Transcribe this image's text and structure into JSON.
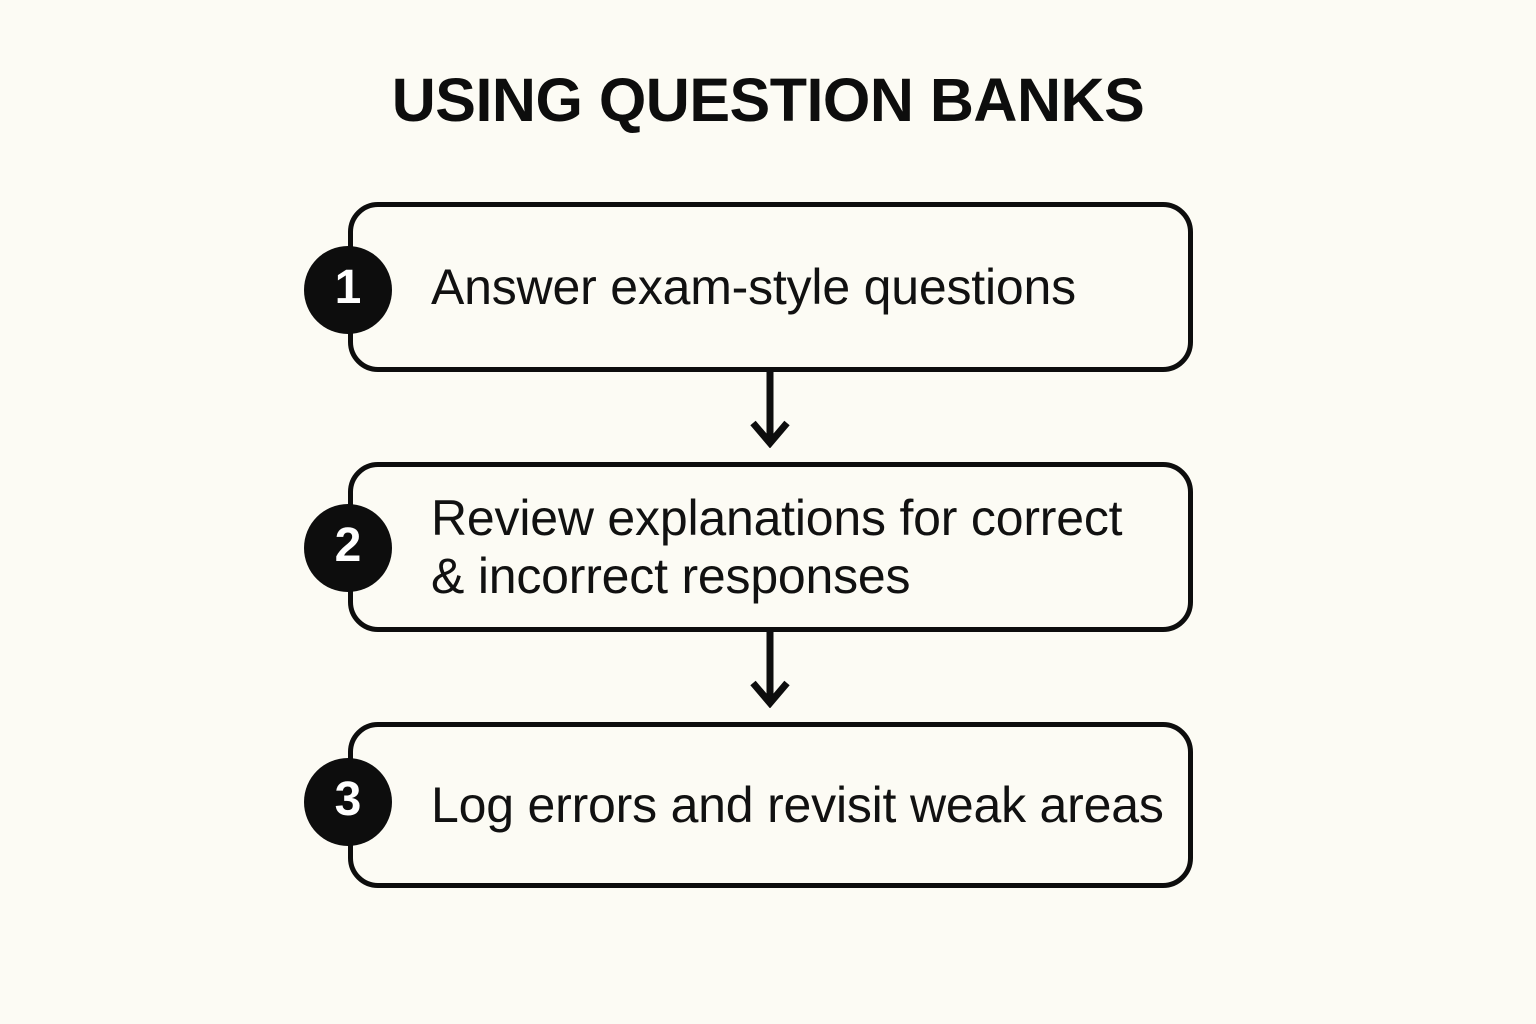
{
  "title": "USING QUESTION BANKS",
  "colors": {
    "background": "#fcfbf4",
    "ink": "#0d0d0d",
    "text": "#111111",
    "badge_text": "#ffffff"
  },
  "flow": {
    "type": "vertical-flowchart",
    "connector": "down-arrow",
    "steps": [
      {
        "number": "1",
        "lines": [
          "Answer exam-style questions"
        ],
        "text": "Answer exam-style questions"
      },
      {
        "number": "2",
        "lines": [
          "Review explanations for correct",
          "& incorrect responses"
        ],
        "text": "Review explanations for correct & incorrect responses"
      },
      {
        "number": "3",
        "lines": [
          "Log errors and revisit weak areas"
        ],
        "text": "Log errors and revisit weak areas"
      }
    ]
  }
}
